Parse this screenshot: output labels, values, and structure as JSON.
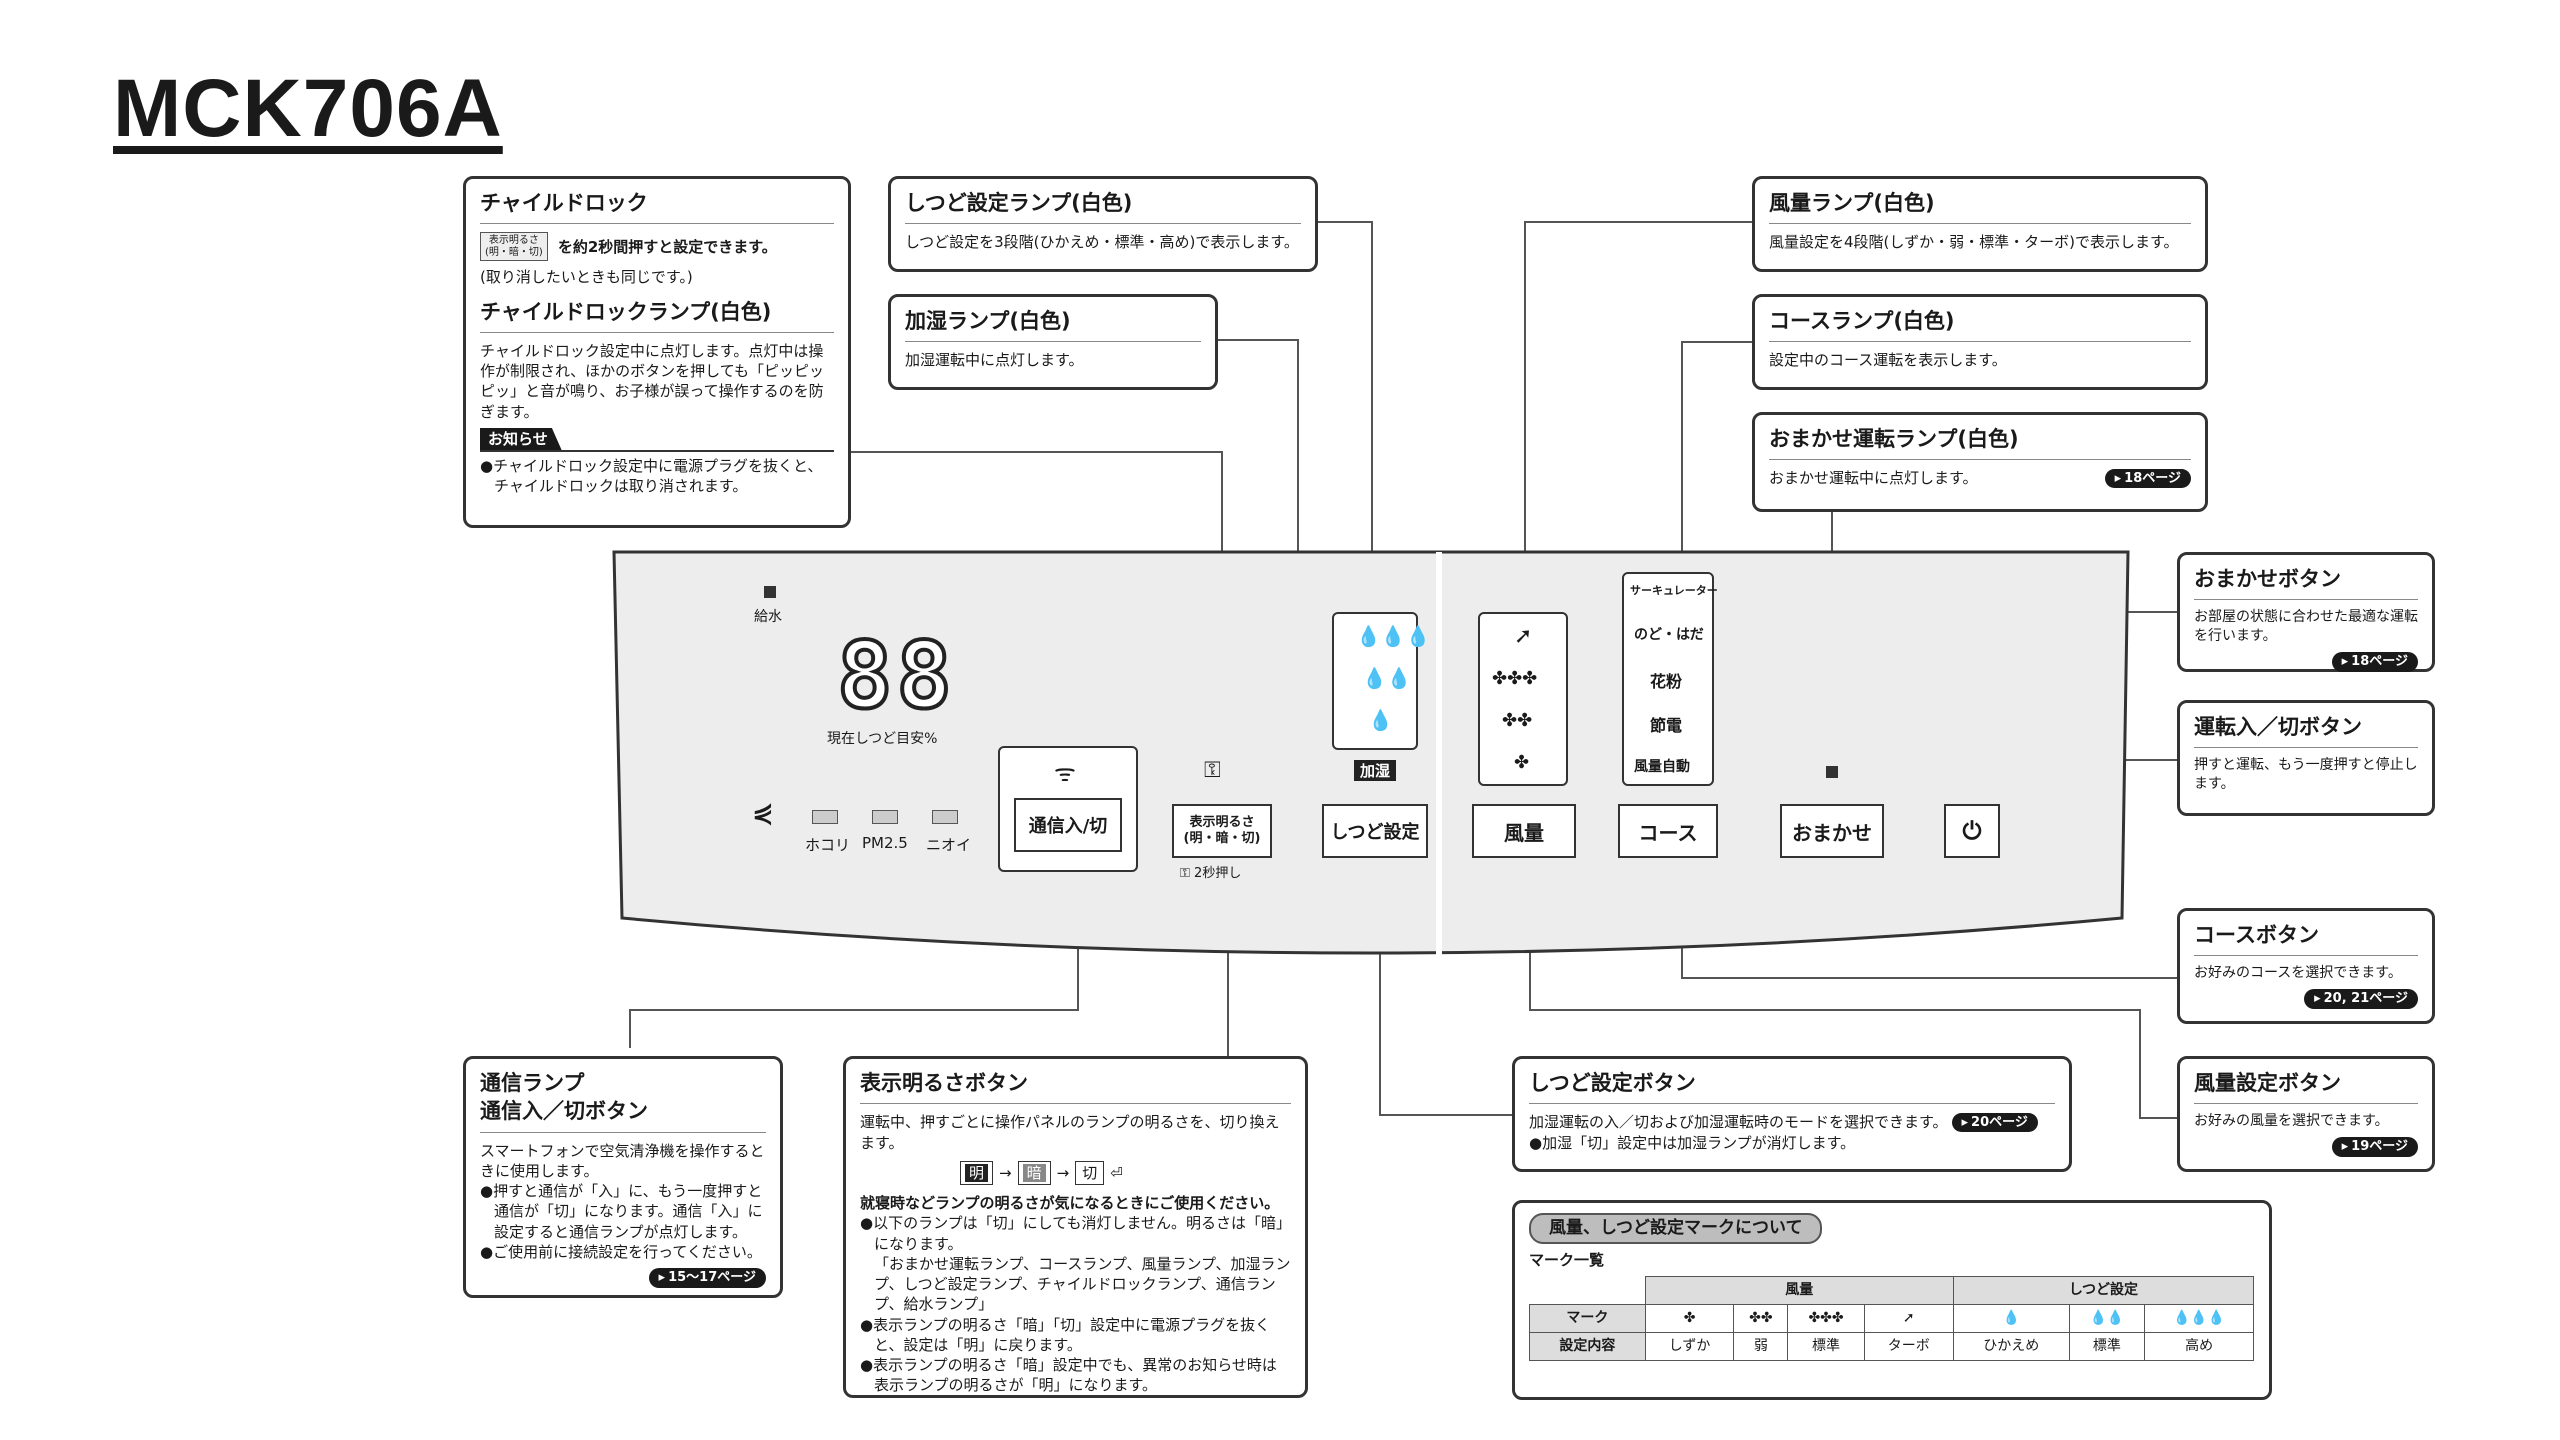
{
  "model": "MCK706A",
  "child_lock": {
    "title": "チャイルドロック",
    "button_text": "表示明るさ\n(明・暗・切)",
    "line1": "を約2秒間押すと設定できます。",
    "line2": "(取り消したいときも同じです。)",
    "lamp_title": "チャイルドロックランプ(白色)",
    "lamp_desc": "チャイルドロック設定中に点灯します。点灯中は操作が制限され、ほかのボタンを押しても「ピッピッピッ」と音が鳴り、お子様が誤って操作するのを防ぎます。",
    "notice": "お知らせ",
    "notice_text": "●チャイルドロック設定中に電源プラグを抜くと、チャイルドロックは取り消されます。"
  },
  "humidity_lamp": {
    "title": "しつど設定ランプ(白色)",
    "desc": "しつど設定を3段階(ひかえめ・標準・高め)で表示します。"
  },
  "humidify_lamp": {
    "title": "加湿ランプ(白色)",
    "desc": "加湿運転中に点灯します。"
  },
  "airflow_lamp": {
    "title": "風量ランプ(白色)",
    "desc": "風量設定を4段階(しずか・弱・標準・ターボ)で表示します。"
  },
  "course_lamp": {
    "title": "コースランプ(白色)",
    "desc": "設定中のコース運転を表示します。"
  },
  "omakase_lamp": {
    "title": "おまかせ運転ランプ(白色)",
    "desc": "おまかせ運転中に点灯します。",
    "ref": "18ページ"
  },
  "omakase_button": {
    "title": "おまかせボタン",
    "desc": "お部屋の状態に合わせた最適な運転を行います。",
    "ref": "18ページ"
  },
  "power_button": {
    "title": "運転入／切ボタン",
    "desc": "押すと運転、もう一度押すと停止します。"
  },
  "course_button": {
    "title": "コースボタン",
    "desc": "お好みのコースを選択できます。",
    "ref": "20, 21ページ"
  },
  "airflow_button": {
    "title": "風量設定ボタン",
    "desc": "お好みの風量を選択できます。",
    "ref": "19ページ"
  },
  "humidity_button": {
    "title": "しつど設定ボタン",
    "desc1": "加湿運転の入／切および加湿運転時のモードを選択できます。",
    "ref": "20ページ",
    "desc2": "●加湿「切」設定中は加湿ランプが消灯します。"
  },
  "comm_button": {
    "title1": "通信ランプ",
    "title2": "通信入／切ボタン",
    "desc": "スマートフォンで空気清浄機を操作するときに使用します。",
    "b1": "●押すと通信が「入」に、もう一度押すと通信が「切」になります。通信「入」に設定すると通信ランプが点灯します。",
    "b2": "●ご使用前に接続設定を行ってください。",
    "ref": "15～17ページ"
  },
  "brightness_button": {
    "title": "表示明るさボタン",
    "desc": "運転中、押すごとに操作パネルのランプの明るさを、切り換えます。",
    "flow": [
      "明",
      "暗",
      "切"
    ],
    "sub": "就寝時などランプの明るさが気になるときにご使用ください。",
    "b1": "●以下のランプは「切」にしても消灯しません。明るさは「暗」になります。",
    "b1_list": "「おまかせ運転ランプ、コースランプ、風量ランプ、加湿ランプ、しつど設定ランプ、チャイルドロックランプ、通信ランプ、給水ランプ」",
    "b2": "●表示ランプの明るさ「暗」「切」設定中に電源プラグを抜くと、設定は「明」に戻ります。",
    "b3": "●表示ランプの明るさ「暗」設定中でも、異常のお知らせ時は表示ランプの明るさが「明」になります。"
  },
  "panel": {
    "water": "給水",
    "display": "88",
    "current_humidity": "現在しつど目安%",
    "sensors": [
      "ホコリ",
      "PM2.5",
      "ニオイ"
    ],
    "comm_label": "通信入/切",
    "brightness_label": "表示明るさ\n(明・暗・切)",
    "lock_hint": "2秒押し",
    "humidify_label": "加湿",
    "humidity_label": "しつど設定",
    "airflow_label": "風量",
    "course_label": "コース",
    "omakase_label": "おまかせ",
    "courses": [
      "サーキュレーター",
      "のど・はだ",
      "花粉",
      "節電",
      "風量自動"
    ]
  },
  "legend": {
    "tag": "風量、しつど設定マークについて",
    "list_title": "マーク一覧",
    "group_airflow": "風量",
    "group_humidity": "しつど設定",
    "row_mark": "マーク",
    "row_setting": "設定内容",
    "settings": [
      "しずか",
      "弱",
      "標準",
      "ターボ",
      "ひかえめ",
      "標準",
      "高め"
    ]
  }
}
